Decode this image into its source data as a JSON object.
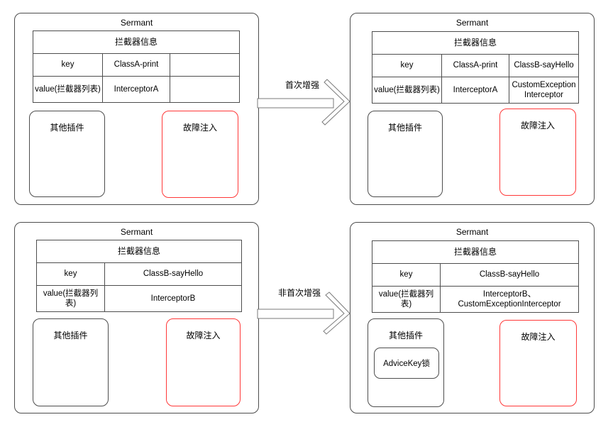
{
  "diagram": {
    "panels": [
      {
        "title": "Sermant",
        "table": {
          "header": "拦截器信息",
          "key_label": "key",
          "key_values": [
            "ClassA-print",
            ""
          ],
          "value_label": "value(拦截器列表)",
          "value_values": [
            "InterceptorA",
            ""
          ]
        },
        "other_plugin_label": "其他插件",
        "fault_injection_label": "故障注入"
      },
      {
        "title": "Sermant",
        "table": {
          "header": "拦截器信息",
          "key_label": "key",
          "key_values": [
            "ClassA-print",
            "ClassB-sayHello"
          ],
          "value_label": "value(拦截器列表)",
          "value_values": [
            "InterceptorA",
            "CustomExceptionInterceptor"
          ]
        },
        "other_plugin_label": "其他插件",
        "fault_injection_label": "故障注入"
      },
      {
        "title": "Sermant",
        "table": {
          "header": "拦截器信息",
          "key_label": "key",
          "key_values": [
            "ClassB-sayHello"
          ],
          "value_label": "value(拦截器列表)",
          "value_values": [
            "InterceptorB"
          ]
        },
        "other_plugin_label": "其他插件",
        "fault_injection_label": "故障注入"
      },
      {
        "title": "Sermant",
        "table": {
          "header": "拦截器信息",
          "key_label": "key",
          "key_values": [
            "ClassB-sayHello"
          ],
          "value_label": "value(拦截器列表)",
          "value_values": [
            "InterceptorB、CustomExceptionInterceptor"
          ]
        },
        "other_plugin_label": "其他插件",
        "advice_key_lock_label": "AdviceKey锁",
        "fault_injection_label": "故障注入"
      }
    ],
    "arrows": [
      {
        "label": "首次增强",
        "direction": "right"
      },
      {
        "label": "非首次增强",
        "direction": "right"
      }
    ],
    "colors": {
      "box_border": "#4d4d4d",
      "fault_injection_border": "#ff3838",
      "arrow_outline": "#7a7a7a"
    }
  }
}
